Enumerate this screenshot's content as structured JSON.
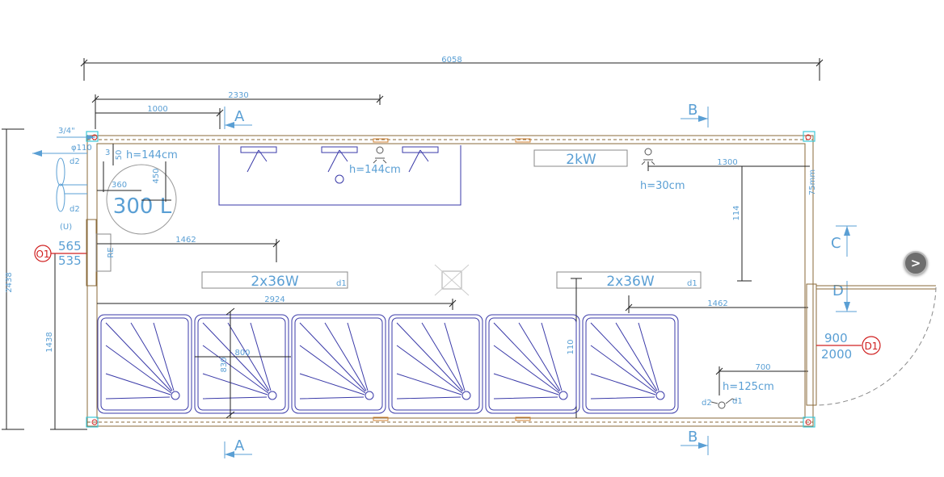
{
  "dims": {
    "overall_length": "6058",
    "d2330": "2330",
    "d1000": "1000",
    "d1300": "1300",
    "d1462_left": "1462",
    "d1462_right": "1462",
    "d2924": "2924",
    "d114": "114",
    "d800": "800",
    "d830": "830",
    "d700": "700",
    "d360": "360",
    "d450": "450",
    "d50": "50",
    "d75mm": "75mm",
    "d1438": "1438",
    "d2438": "2438",
    "d110": "110",
    "d3": "3"
  },
  "labels": {
    "h144_a": "h=144cm",
    "h144_b": "h=144cm",
    "h30": "h=30cm",
    "h125": "h=125cm",
    "heater": "2kW",
    "boiler": "300 L",
    "light_left": "2x36W",
    "light_right": "2x36W",
    "light_tag": "d1",
    "section_a": "A",
    "section_b": "B",
    "section_c": "C",
    "section_d": "D",
    "pipe_34": "3/4\"",
    "pipe_110": "φ110",
    "d2_top": "d2",
    "d2_mid": "d2",
    "d2_bottom": "d2",
    "d1_bottom": "d1",
    "u_label": "(U)",
    "re_panel": "RE"
  },
  "window": {
    "tag": "O1",
    "width": "565",
    "height": "535"
  },
  "door": {
    "tag": "D1",
    "width": "900",
    "height": "2000"
  }
}
